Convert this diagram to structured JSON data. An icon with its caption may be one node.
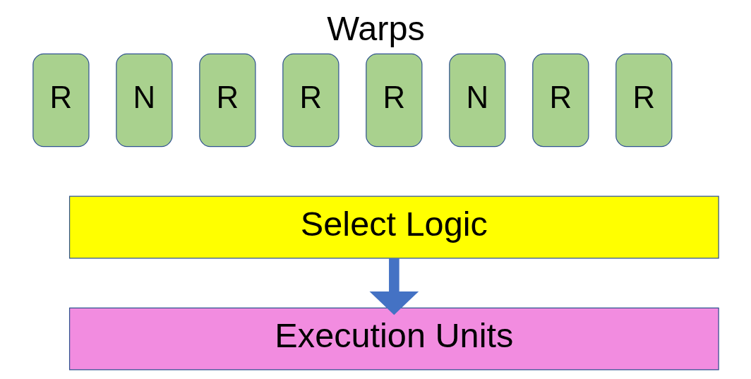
{
  "diagram": {
    "title": "Warps",
    "nodes": [
      {
        "text": [
          "R"
        ]
      },
      {
        "text": [
          "N"
        ]
      },
      {
        "text": [
          "R"
        ]
      },
      {
        "text": [
          "R"
        ]
      },
      {
        "text": [
          "R"
        ]
      },
      {
        "text": [
          "N"
        ]
      },
      {
        "text": [
          "R"
        ]
      },
      {
        "text": [
          "R"
        ]
      },
      {
        "text": [
          "Select Logic"
        ]
      },
      {
        "text": [
          "Execution Units"
        ]
      }
    ],
    "edges": [
      {
        "from": 8,
        "to": 9,
        "arrow": "to",
        "color": "#4472c4"
      }
    ]
  }
}
